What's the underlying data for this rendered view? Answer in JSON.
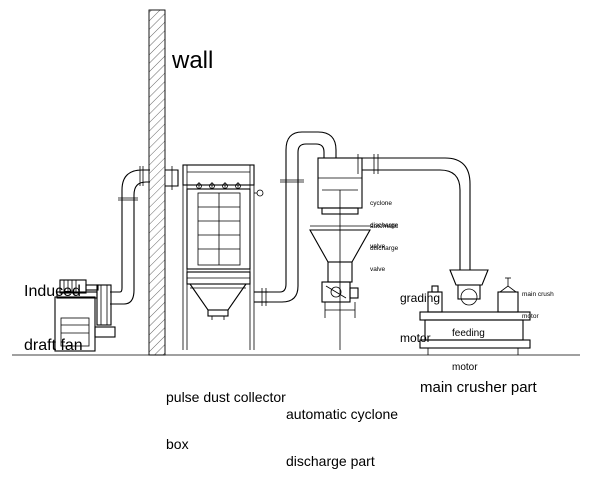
{
  "labels": {
    "wall": "wall",
    "induced_draft_fan": [
      "Induced",
      "draft fan"
    ],
    "pulse_dust_collector_box": [
      "pulse dust collector",
      "box"
    ],
    "automatic_cyclone_discharge_part": [
      "automatic cyclone",
      "discharge part"
    ],
    "main_crusher_part": "main crusher part",
    "cyclone_discharge_valve": [
      "cyclone",
      "discharge",
      "valve"
    ],
    "automatic_discharge_valve": [
      "automatic",
      "discharge",
      "valve"
    ],
    "grading_motor": [
      "grading",
      "motor"
    ],
    "feeding_motor": [
      "feeding",
      "motor"
    ],
    "main_crush_motor": [
      "main crush",
      "motor"
    ]
  },
  "colors": {
    "line": "#000000",
    "background": "#ffffff"
  }
}
